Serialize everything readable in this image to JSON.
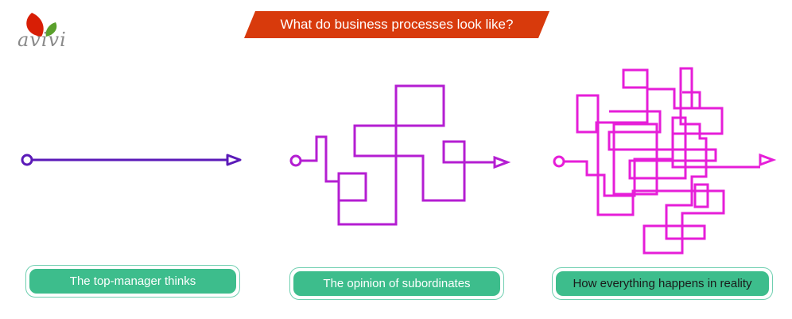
{
  "logo": {
    "text": "avivi",
    "leaf_colors": [
      "#d81e05",
      "#5aa02c"
    ]
  },
  "header": {
    "title": "What do business processes look like?",
    "banner_color": "#d83a0c"
  },
  "panels": [
    {
      "label": "The top-manager thinks",
      "line_color": "#5b1ab8"
    },
    {
      "label": "The opinion of subordinates",
      "line_color": "#b41ed2"
    },
    {
      "label": "How everything happens in reality",
      "line_color": "#e61ed8"
    }
  ],
  "pill_color": "#3dbd8c"
}
